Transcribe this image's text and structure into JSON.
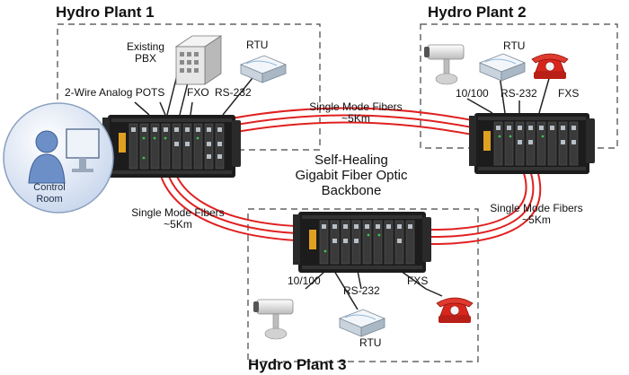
{
  "plants": {
    "p1": {
      "title": "Hydro Plant 1",
      "existing_pbx": "Existing\nPBX",
      "rtu": "RTU",
      "pots": "2-Wire Analog POTS",
      "fxo": "FXO",
      "rs232": "RS-232"
    },
    "p2": {
      "title": "Hydro Plant 2",
      "rtu": "RTU",
      "port_10_100": "10/100",
      "rs232": "RS-232",
      "fxs": "FXS"
    },
    "p3": {
      "title": "Hydro Plant 3",
      "port_10_100": "10/100",
      "rs232": "RS-232",
      "fxs": "FXS",
      "rtu": "RTU"
    }
  },
  "links": {
    "top": "Single Mode Fibers\n~5Km",
    "left": "Single Mode Fibers\n~5Km",
    "right": "Single Mode Fibers\n~5Km"
  },
  "backbone": "Self-Healing\nGigabit Fiber Optic\nBackbone",
  "control_room": "Control\nRoom",
  "colors": {
    "fiber": "#e02020",
    "chassis": "#1c1c1c",
    "boundary": "#444444",
    "control_room_fill": "#dfe8f5",
    "phone": "#d9261c"
  }
}
